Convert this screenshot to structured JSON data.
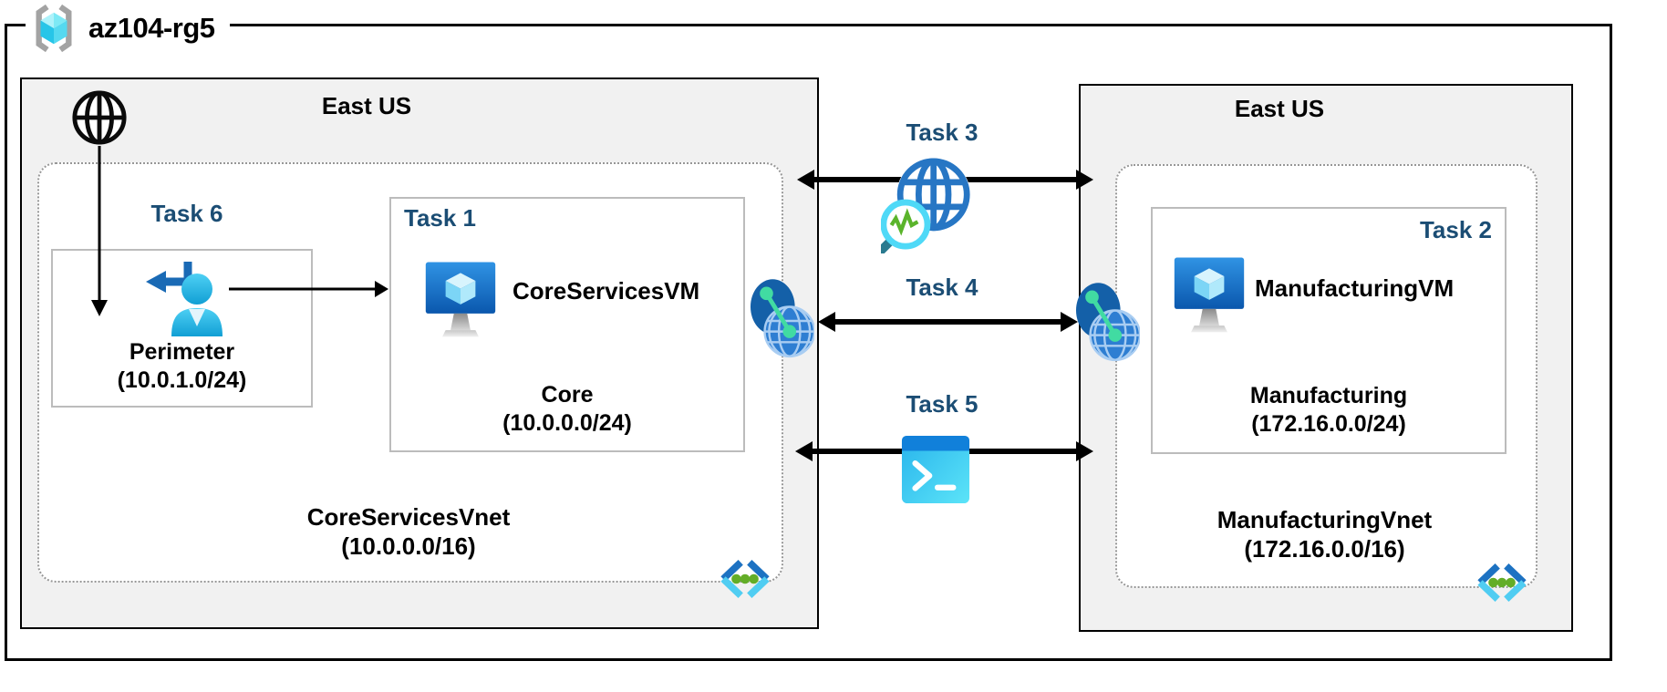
{
  "rg": {
    "label": "az104-rg5"
  },
  "left": {
    "region": "East US",
    "task6": "Task 6",
    "perimeter": {
      "name": "Perimeter",
      "cidr": "(10.0.1.0/24)"
    },
    "task1": "Task 1",
    "vm": "CoreServicesVM",
    "core": {
      "name": "Core",
      "cidr": "(10.0.0.0/24)"
    },
    "vnet": {
      "name": "CoreServicesVnet",
      "cidr": "(10.0.0.0/16)"
    }
  },
  "middle": {
    "task3": "Task 3",
    "task4": "Task 4",
    "task5": "Task 5"
  },
  "right": {
    "region": "East US",
    "task2": "Task 2",
    "vm": "ManufacturingVM",
    "manufacturing": {
      "name": "Manufacturing",
      "cidr": "(172.16.0.0/24)"
    },
    "vnet": {
      "name": "ManufacturingVnet",
      "cidr": "(172.16.0.0/16)"
    }
  },
  "icons": {
    "resource-group-icon": "cyan cube inside gray brackets",
    "internet-icon": "black wireframe globe",
    "guest-user-icon": "blue person with blue return arrow",
    "vm-icon": "blue monitor with light cube and gray stand",
    "vnet-peering-icon": "dark blue ellipse and blue globe linked by green dots",
    "network-watcher-icon": "blue wireframe globe with cyan magnifier and green pulse",
    "cloud-shell-icon": "blue terminal window with white prompt",
    "virtual-network-icon": "blue angle brackets with three green dots"
  },
  "colors": {
    "task_label": "#1b4d74",
    "region_fill": "#f1f1f1",
    "arrow": "#000000",
    "azure_blue": "#1180da",
    "cyan": "#50d4f2",
    "green_dot": "#63ad27",
    "mint_green": "#41dba2"
  }
}
